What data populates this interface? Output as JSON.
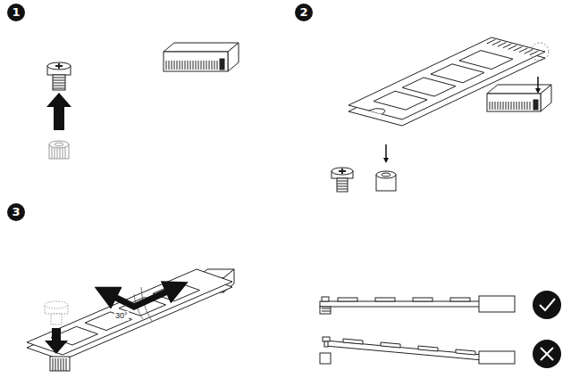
{
  "diagram": {
    "labels": [
      "1",
      "2",
      "3",
      "30°"
    ]
  }
}
